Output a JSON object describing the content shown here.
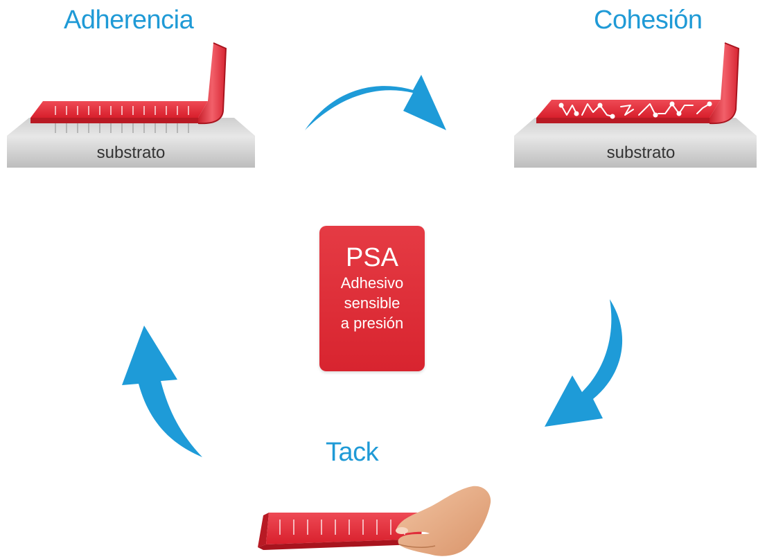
{
  "titles": {
    "adherencia": "Adherencia",
    "cohesion": "Cohesión",
    "tack": "Tack"
  },
  "substrate_label_left": "substrato",
  "substrate_label_right": "substrato",
  "center_box": {
    "title": "PSA",
    "line1": "Adhesivo",
    "line2": "sensible",
    "line3": "a presión"
  },
  "colors": {
    "title_blue": "#1f9ad6",
    "arrow_blue": "#1e9bd8",
    "adhesive_red": "#e32b36",
    "box_red": "#dc2730",
    "substrate_gray": "#dcdcdc",
    "skin": "#e8b08a"
  },
  "icons": [
    "curved-arrow-icon",
    "adhesive-tape-icon",
    "hand-icon",
    "polymer-chain-icon"
  ]
}
